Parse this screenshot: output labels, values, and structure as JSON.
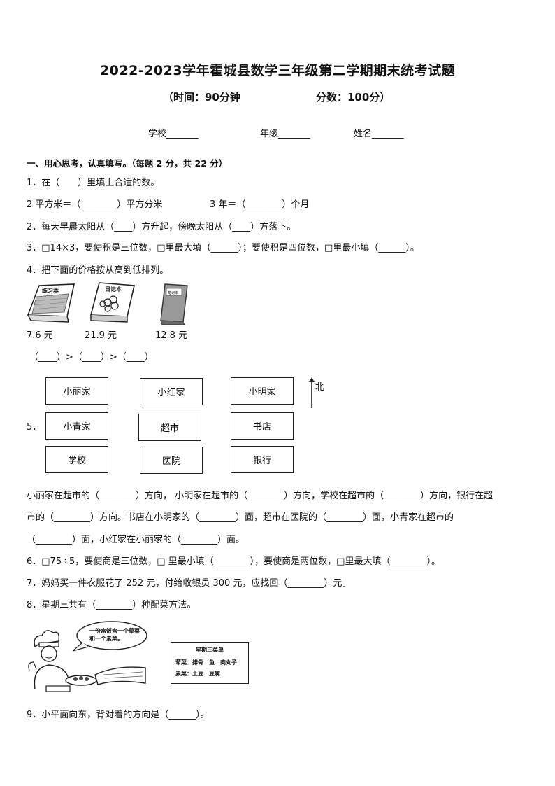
{
  "header": {
    "title": "2022-2023学年霍城县数学三年级第二学期期末统考试题",
    "time_label": "（时间：90分钟",
    "score_label": "分数：100分）"
  },
  "info": {
    "school": "学校_______",
    "grade": "年级_______",
    "name": "姓名_______"
  },
  "section1": {
    "heading": "一、用心思考，认真填写。（每题 2 分，共 22 分）"
  },
  "questions": {
    "q1": "1．在（　　）里填上合适的数。",
    "q1a": "2 平方米＝（________）平方分米",
    "q1b": "3 年＝（________）个月",
    "q2": "2．每天早晨太阳从（____）方升起，傍晚太阳从（____）方落下。",
    "q3": "3．□14×3，要使积是三位数，□里最大填（______）；要使积是四位数，□里最小填（______）。",
    "q4": "4．把下面的价格按从高到低排列。",
    "q4_order": "（____）>（____）>（____）",
    "q5_num": "5．",
    "q5_l1": "小丽家在超市的（________）方向， 小明家在超市的（________）方向，学校在超市的（________）方向，银行在超",
    "q5_l2": "市的（________）方向。书店在小明家的（________）面，超市在医院的（________）面，小青家在超市的",
    "q5_l3": "（________）面，小红家在小丽家的（________）面。",
    "q6": "6．□75÷5，要使商是三位数，□ 里最小填（________），要使商是两位数，□里最大填（________）。",
    "q7": "7．妈妈买一件衣服花了 252 元，付给收银员 300 元，应找回（________）元。",
    "q8": "8．星期三共有（________）种配菜方法。",
    "q9": "9．小平面向东，背对着的方向是（______）。"
  },
  "books": [
    {
      "cover_text": "练习本",
      "price": "7.6 元"
    },
    {
      "cover_text": "日记本",
      "price": "21.9 元"
    },
    {
      "cover_text": "笔记本",
      "price": "12.8 元"
    }
  ],
  "map": {
    "north_label": "北",
    "grid": [
      [
        "小丽家",
        "小红家",
        "小明家"
      ],
      [
        "小青家",
        "超市",
        "书店"
      ],
      [
        "学校",
        "医院",
        "银行"
      ]
    ]
  },
  "chef": {
    "speech": "一份盒饭含一个荤菜和一个素菜。"
  },
  "menu": {
    "title": "星期三菜单",
    "meat": "荤菜：排骨　鱼　肉丸子",
    "veg": "素菜：土豆　豆腐"
  }
}
